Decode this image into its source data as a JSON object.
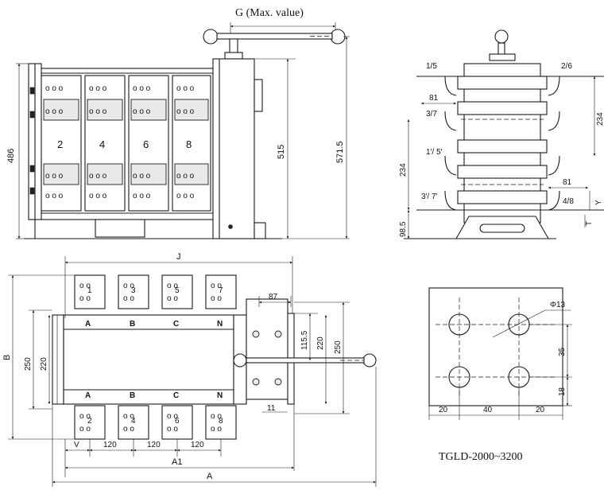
{
  "view_side": {
    "g_label": "G (Max. value)",
    "dim_486": "486",
    "dim_515": "515",
    "dim_5715": "571.5",
    "phase_numbers": [
      "2",
      "4",
      "6",
      "8"
    ]
  },
  "view_end": {
    "labels": {
      "l15": "1/5",
      "l26": "2/6",
      "l37": "3/7",
      "l15p": "1′/ 5′",
      "l37p": "3′/ 7′",
      "l48": "4/8"
    },
    "dim_81_top": "81",
    "dim_81_bottom": "81",
    "dim_234_left": "234",
    "dim_234_right": "234",
    "dim_985": "98.5",
    "dim_y": "Y",
    "dim_t": "T"
  },
  "view_top": {
    "dim_j": "J",
    "dim_87": "87",
    "dim_b": "B",
    "dim_250_left": "250",
    "dim_220_left": "220",
    "dim_1155": "115.5",
    "dim_220_right": "220",
    "dim_250_right": "250",
    "dim_11": "11",
    "dim_v": "V",
    "dim_120": [
      "120",
      "120",
      "120"
    ],
    "dim_a1": "A1",
    "dim_a": "A",
    "phase_top": [
      "A",
      "B",
      "C",
      "N"
    ],
    "phase_bottom": [
      "A",
      "B",
      "C",
      "N"
    ],
    "terminal_top": [
      "1",
      "3",
      "5",
      "7"
    ],
    "terminal_bottom": [
      "2",
      "4",
      "6",
      "8"
    ]
  },
  "view_hole": {
    "dia_label": "Φ13",
    "dim_35": "35",
    "dim_18": "18",
    "dim_20_left": "20",
    "dim_40": "40",
    "dim_20_right": "20",
    "caption": "TGLD-2000~3200"
  }
}
